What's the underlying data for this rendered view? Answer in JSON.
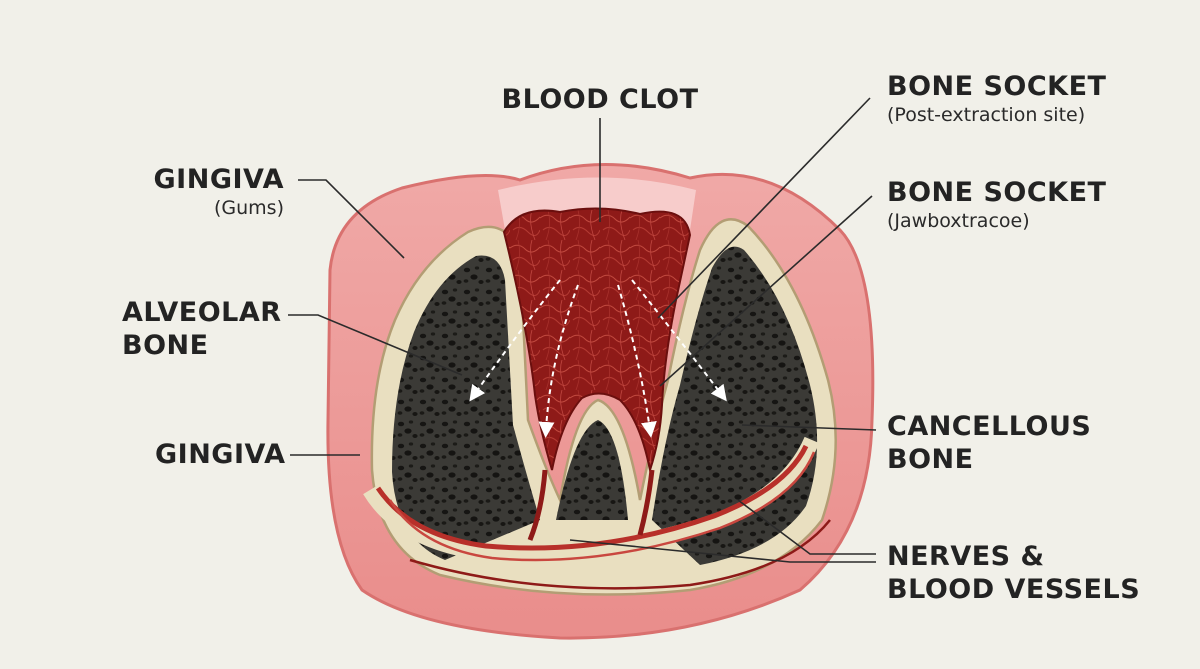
{
  "labels": {
    "blood_clot": "BLOOD CLOT",
    "bone_socket_1": {
      "title": "BONE SOCKET",
      "subtitle": "(Post-extraction site)"
    },
    "bone_socket_2": {
      "title": "BONE SOCKET",
      "subtitle": "(Jawboxtracoe)"
    },
    "gingiva_gums": {
      "title": "GINGIVA",
      "subtitle": "(Gums)"
    },
    "alveolar_bone": {
      "line1": "ALVEOLAR",
      "line2": "BONE"
    },
    "gingiva_lower": "GINGIVA",
    "cancellous_bone": {
      "line1": "CANCELLOUS",
      "line2": "BONE"
    },
    "nerves_vessels": {
      "line1": "NERVES &",
      "line2": "BLOOD VESSELS"
    }
  },
  "colors": {
    "background": "#f1f0e9",
    "gum": "#efa3a1",
    "gum_dark": "#d9716f",
    "cortical_bone": "#e9dfc0",
    "cancellous_bone": "#3b3a36",
    "clot": "#8e1a18",
    "vessel": "#b8302a",
    "text": "#232323"
  }
}
